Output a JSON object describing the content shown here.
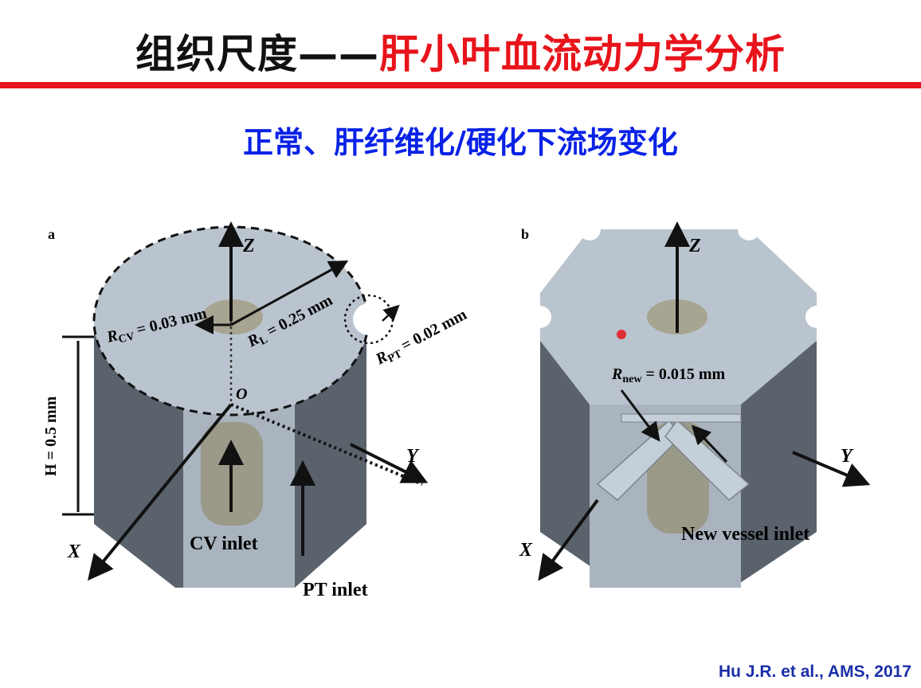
{
  "slide": {
    "title_black": "组织尺度——",
    "title_red": "肝小叶血流动力学分析",
    "subtitle": "正常、肝纤维化/硬化下流场变化",
    "citation": "Hu J.R. et al., AMS, 2017"
  },
  "figure_a": {
    "panel_label": "a",
    "axis_z": "Z",
    "axis_y": "Y",
    "axis_x": "X",
    "origin": "O",
    "r_cv": "R",
    "r_cv_sub": "CV",
    "r_cv_val": " = 0.03 mm",
    "r_l": "R",
    "r_l_sub": "L",
    "r_l_val": " = 0.25 mm",
    "r_pt": "R",
    "r_pt_sub": "PT",
    "r_pt_val": " = 0.02 mm",
    "height": "H = 0.5 mm",
    "cv_inlet": "CV inlet",
    "pt_inlet": "PT inlet"
  },
  "figure_b": {
    "panel_label": "b",
    "axis_z": "Z",
    "axis_y": "Y",
    "axis_x": "X",
    "r_new": "R",
    "r_new_sub": "new",
    "r_new_val": " = 0.015 mm",
    "new_vessel_inlet": "New vessel inlet"
  },
  "colors": {
    "title_red": "#e8141b",
    "subtitle_blue": "#0a22e6",
    "citation_blue": "#1b2fa8",
    "top_face": "#b9c4ce",
    "side_dark": "#4f5660",
    "vessel": "#9b9a88"
  }
}
